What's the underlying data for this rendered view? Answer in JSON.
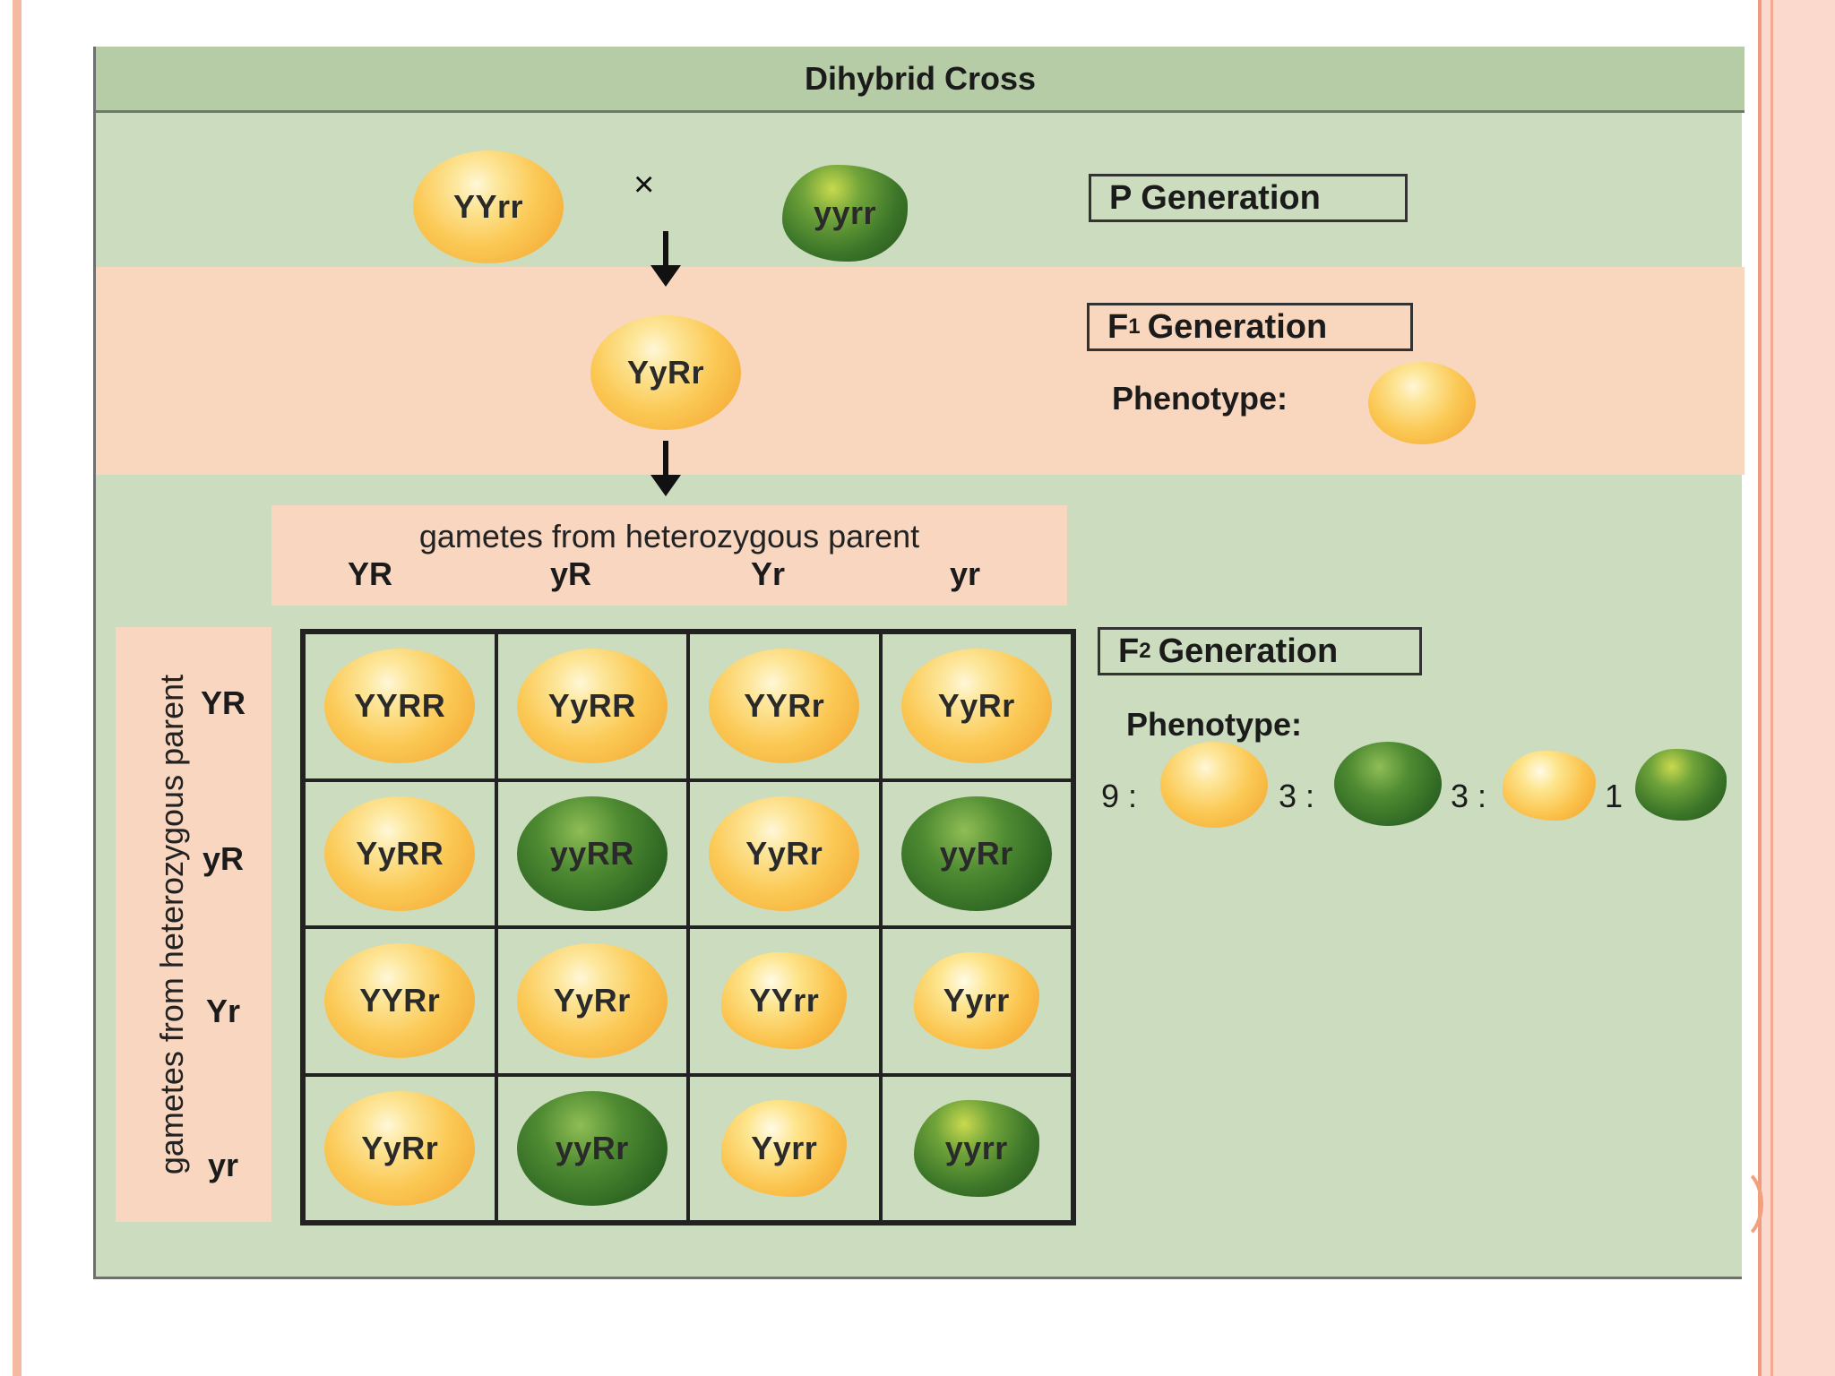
{
  "title": "Dihybrid Cross",
  "p_generation": {
    "label": "P Generation",
    "parent1": "YYrr",
    "cross_symbol": "×",
    "parent2": "yyrr"
  },
  "f1_generation": {
    "label_main": "F",
    "label_sub": "1",
    "label_rest": "Generation",
    "offspring": "YyRr",
    "phenotype_label": "Phenotype:"
  },
  "gametes": {
    "top_title": "gametes from heterozygous parent",
    "left_title": "gametes from heterozygous parent",
    "alleles": [
      "YR",
      "yR",
      "Yr",
      "yr"
    ]
  },
  "punnett": {
    "rows": [
      [
        {
          "genotype": "YYRR",
          "color": "yellow",
          "shape": "round"
        },
        {
          "genotype": "YyRR",
          "color": "yellow",
          "shape": "round"
        },
        {
          "genotype": "YYRr",
          "color": "yellow",
          "shape": "round"
        },
        {
          "genotype": "YyRr",
          "color": "yellow",
          "shape": "round"
        }
      ],
      [
        {
          "genotype": "YyRR",
          "color": "yellow",
          "shape": "round"
        },
        {
          "genotype": "yyRR",
          "color": "green",
          "shape": "round"
        },
        {
          "genotype": "YyRr",
          "color": "yellow",
          "shape": "round"
        },
        {
          "genotype": "yyRr",
          "color": "green",
          "shape": "round"
        }
      ],
      [
        {
          "genotype": "YYRr",
          "color": "yellow",
          "shape": "round"
        },
        {
          "genotype": "YyRr",
          "color": "yellow",
          "shape": "round"
        },
        {
          "genotype": "YYrr",
          "color": "yellow",
          "shape": "wrinkled"
        },
        {
          "genotype": "Yyrr",
          "color": "yellow",
          "shape": "wrinkled"
        }
      ],
      [
        {
          "genotype": "YyRr",
          "color": "yellow",
          "shape": "round"
        },
        {
          "genotype": "yyRr",
          "color": "green",
          "shape": "round"
        },
        {
          "genotype": "Yyrr",
          "color": "yellow",
          "shape": "wrinkled"
        },
        {
          "genotype": "yyrr",
          "color": "green",
          "shape": "wrinkled"
        }
      ]
    ]
  },
  "f2_generation": {
    "label_main": "F",
    "label_sub": "2",
    "label_rest": "Generation",
    "phenotype_label": "Phenotype:",
    "ratio": [
      {
        "text": "9 :",
        "color": "yellow",
        "shape": "round"
      },
      {
        "text": "3 :",
        "color": "green",
        "shape": "round"
      },
      {
        "text": "3 :",
        "color": "yellow",
        "shape": "wrinkled"
      },
      {
        "text": "1",
        "color": "green",
        "shape": "wrinkled"
      }
    ]
  },
  "colors": {
    "figure_background": "#cbdcbf",
    "header_background": "#b5cca6",
    "band_background": "#f9d7bf",
    "yellow_pea": "#fbc955",
    "green_pea": "#2d6522"
  }
}
